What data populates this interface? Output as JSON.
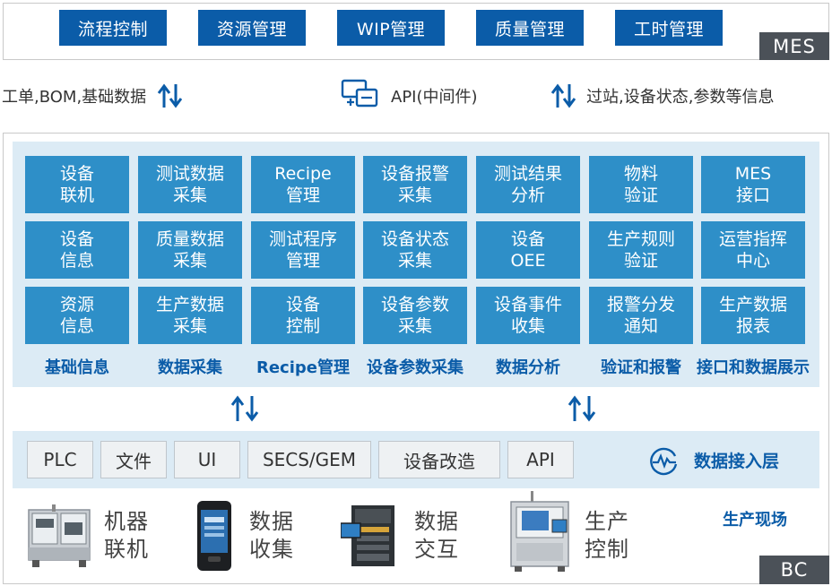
{
  "mes": {
    "buttons": [
      "流程控制",
      "资源管理",
      "WIP管理",
      "质量管理",
      "工时管理"
    ],
    "tag": "MES"
  },
  "exchange": {
    "left_text": "工单,BOM,基础数据",
    "center_text": "API(中间件)",
    "right_text": "过站,设备状态,参数等信息"
  },
  "functions": {
    "rows": [
      [
        [
          "设备",
          "联机"
        ],
        [
          "测试数据",
          "采集"
        ],
        [
          "Recipe",
          "管理"
        ],
        [
          "设备报警",
          "采集"
        ],
        [
          "测试结果",
          "分析"
        ],
        [
          "物料",
          "验证"
        ],
        [
          "MES",
          "接口"
        ]
      ],
      [
        [
          "设备",
          "信息"
        ],
        [
          "质量数据",
          "采集"
        ],
        [
          "测试程序",
          "管理"
        ],
        [
          "设备状态",
          "采集"
        ],
        [
          "设备",
          "OEE"
        ],
        [
          "生产规则",
          "验证"
        ],
        [
          "运营指挥",
          "中心"
        ]
      ],
      [
        [
          "资源",
          "信息"
        ],
        [
          "生产数据",
          "采集"
        ],
        [
          "设备",
          "控制"
        ],
        [
          "设备参数",
          "采集"
        ],
        [
          "设备事件",
          "收集"
        ],
        [
          "报警分发",
          "通知"
        ],
        [
          "生产数据",
          "报表"
        ]
      ]
    ],
    "categories": [
      "基础信息",
      "数据采集",
      "Recipe管理",
      "设备参数采集",
      "数据分析",
      "验证和报警",
      "接口和数据展示"
    ]
  },
  "data_layer": {
    "items": [
      "PLC",
      "文件",
      "UI",
      "SECS/GEM",
      "设备改造",
      "API"
    ],
    "label": "数据接入层"
  },
  "site": {
    "devices": [
      [
        "机器",
        "联机"
      ],
      [
        "数据",
        "收集"
      ],
      [
        "数据",
        "交互"
      ],
      [
        "生产",
        "控制"
      ]
    ],
    "label": "生产现场",
    "tag": "BC"
  },
  "colors": {
    "mes_button": "#0b5ca8",
    "function_cell": "#2e8fc8",
    "panel_bg": "#dcebf5",
    "accent_text": "#0b5ca8",
    "tag_bg": "#4b5158"
  }
}
